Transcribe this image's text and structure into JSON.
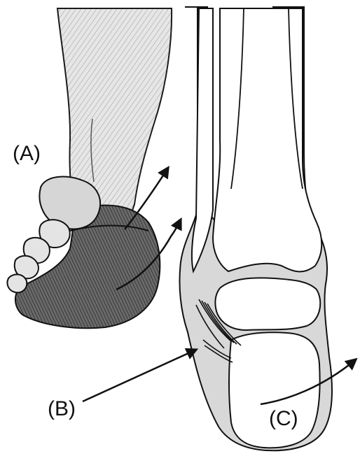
{
  "labels": {
    "a": "(A)",
    "b": "(B)",
    "c": "(C)"
  },
  "colors": {
    "ink": "#111111",
    "skin_shade": "#d9d9d9",
    "bone_fill": "#ffffff",
    "tissue_shade": "#cfcfcf",
    "hatch_dark": "#3a3a3a"
  }
}
